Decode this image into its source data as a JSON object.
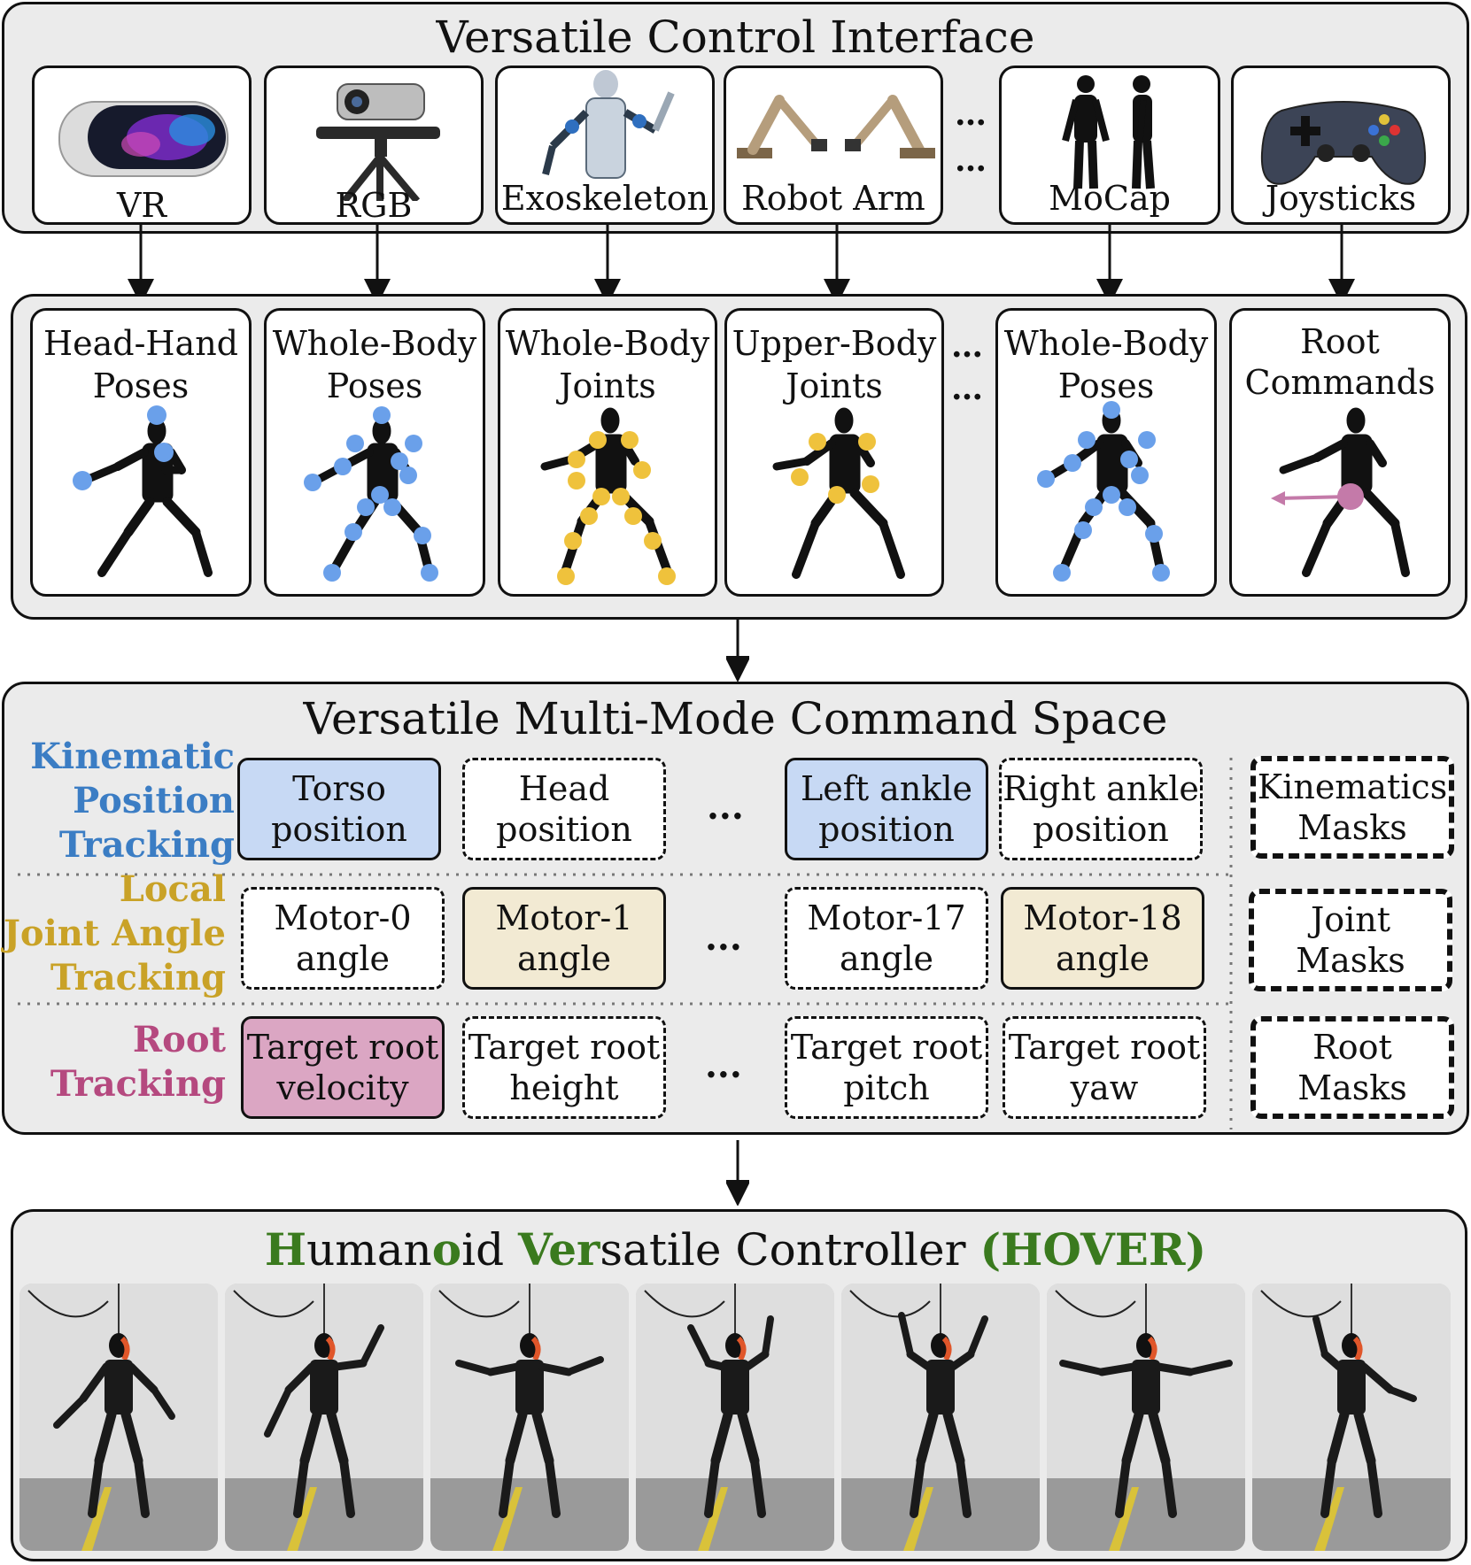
{
  "top_panel": {
    "title": "Versatile Control Interface",
    "devices": [
      {
        "label": "VR",
        "icon": "vr-headset-icon"
      },
      {
        "label": "RGB",
        "icon": "camera-on-tripod-icon"
      },
      {
        "label": "Exoskeleton",
        "icon": "exoskeleton-icon"
      },
      {
        "label": "Robot Arm",
        "icon": "robot-arm-icon"
      },
      {
        "label": "MoCap",
        "icon": "mocap-suit-icon"
      },
      {
        "label": "Joysticks",
        "icon": "gamepad-icon"
      }
    ],
    "ellipsis": "…"
  },
  "mode_panel": {
    "modes": [
      {
        "line1": "Head-Hand",
        "line2": "Poses",
        "marker": "blue"
      },
      {
        "line1": "Whole-Body",
        "line2": "Poses",
        "marker": "blue"
      },
      {
        "line1": "Whole-Body",
        "line2": "Joints",
        "marker": "yellow"
      },
      {
        "line1": "Upper-Body",
        "line2": "Joints",
        "marker": "yellow"
      },
      {
        "line1": "Whole-Body",
        "line2": "Poses",
        "marker": "blue"
      },
      {
        "line1": "Root",
        "line2": "Commands",
        "marker": "pink"
      }
    ],
    "ellipsis": "…"
  },
  "command_panel": {
    "title": "Versatile Multi-Mode Command Space",
    "ellipsis": "...",
    "rows": [
      {
        "label": "Kinematic\nPosition\nTracking",
        "color": "#3b7dc4",
        "cells": [
          {
            "text": "Torso\nposition",
            "active": true
          },
          {
            "text": "Head\nposition",
            "active": false
          },
          {
            "text": "Left ankle\nposition",
            "active": true
          },
          {
            "text": "Right ankle\nposition",
            "active": false
          }
        ],
        "mask": "Kinematics\nMasks",
        "fill": "#c7d9f4"
      },
      {
        "label": "Local\nJoint Angle\nTracking",
        "color": "#c9a227",
        "cells": [
          {
            "text": "Motor-0\nangle",
            "active": false
          },
          {
            "text": "Motor-1\nangle",
            "active": true
          },
          {
            "text": "Motor-17\nangle",
            "active": false
          },
          {
            "text": "Motor-18\nangle",
            "active": true
          }
        ],
        "mask": "Joint\nMasks",
        "fill": "#f2ead3"
      },
      {
        "label": "Root\nTracking",
        "color": "#b5497f",
        "cells": [
          {
            "text": "Target root\nvelocity",
            "active": true
          },
          {
            "text": "Target root\nheight",
            "active": false
          },
          {
            "text": "Target root\npitch",
            "active": false
          },
          {
            "text": "Target root\nyaw",
            "active": false
          }
        ],
        "mask": "Root\nMasks",
        "fill": "#dba6c3"
      }
    ]
  },
  "hover_panel": {
    "title_parts": [
      {
        "text": "H",
        "green": true
      },
      {
        "text": "uman",
        "green": false
      },
      {
        "text": "o",
        "green": true
      },
      {
        "text": "id ",
        "green": false
      },
      {
        "text": "Ver",
        "green": true
      },
      {
        "text": "satile Controller ",
        "green": false
      },
      {
        "text": "(HOVER)",
        "green": true
      }
    ],
    "green": "#3a7a1e",
    "photo_count": 7
  },
  "colors": {
    "blue_marker": "#6aa0ea",
    "yellow_marker": "#efc23c",
    "pink_marker": "#c47aa9",
    "panel_bg": "#ebebeb"
  }
}
